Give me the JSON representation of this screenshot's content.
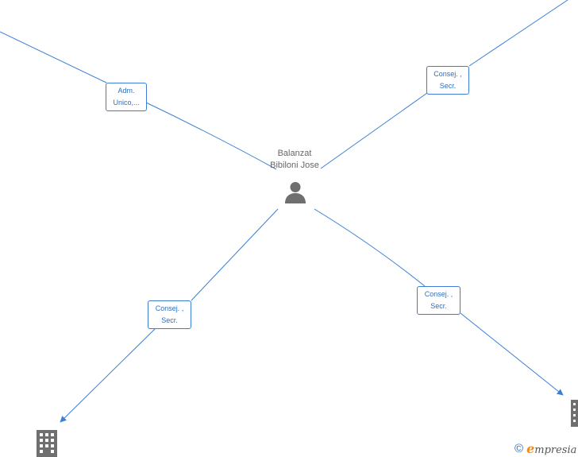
{
  "center": {
    "name_line1": "Balanzat",
    "name_line2": "Bibiloni Jose",
    "icon": "person-icon"
  },
  "relations": [
    {
      "id": "top-left",
      "line1": "Adm.",
      "line2": "Unico,...",
      "target_icon": "none"
    },
    {
      "id": "top-right",
      "line1": "Consej. ,",
      "line2": "Secr.",
      "target_icon": "none"
    },
    {
      "id": "bottom-left",
      "line1": "Consej. ,",
      "line2": "Secr.",
      "target_icon": "building-icon"
    },
    {
      "id": "bottom-right",
      "line1": "Consej. ,",
      "line2": "Secr.",
      "target_icon": "building-icon"
    }
  ],
  "footer": {
    "copyright_symbol": "©",
    "brand_initial": "e",
    "brand_rest": "mpresia"
  },
  "colors": {
    "edge": "#3a7fd5",
    "label_text": "#2e6fc3",
    "node_icon": "#6f6f6f",
    "brand_accent": "#f08c1a"
  }
}
